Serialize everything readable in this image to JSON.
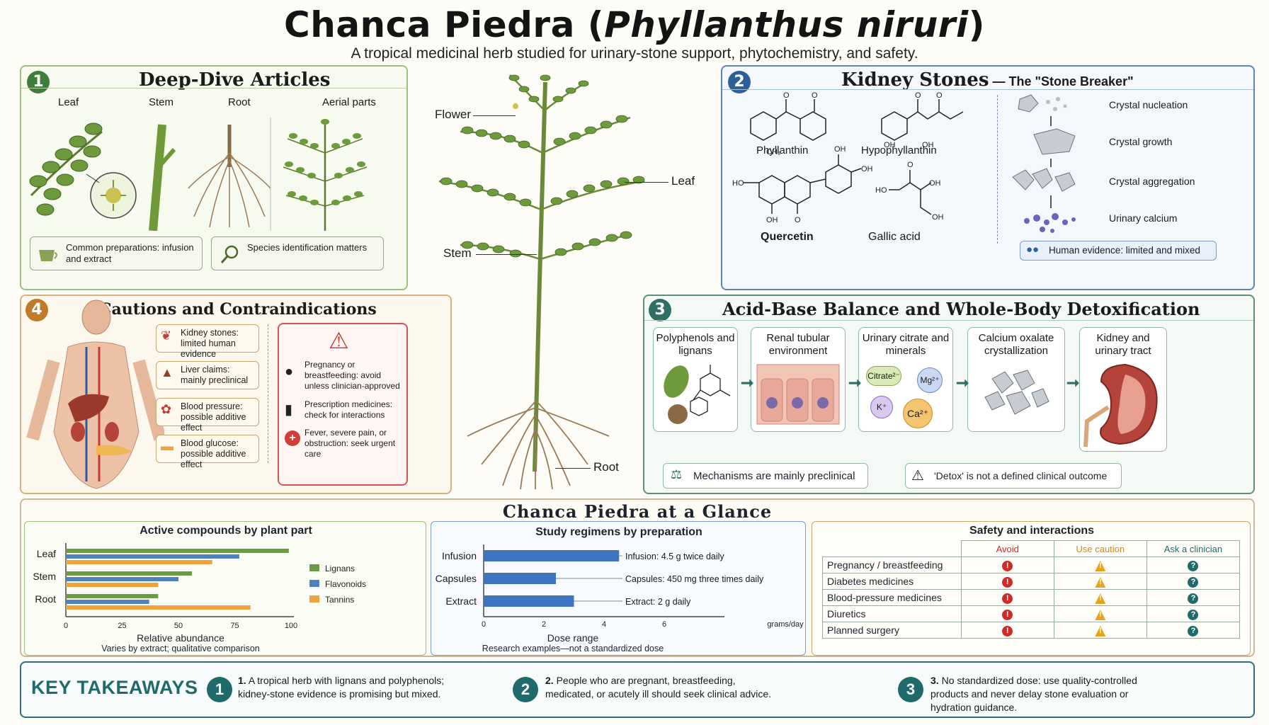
{
  "header": {
    "title_main": "Chanca Piedra (",
    "title_italic": "Phyllanthus niruri",
    "title_end": ")",
    "subtitle": "A tropical medicinal herb studied for urinary-stone support, phytochemistry, and safety."
  },
  "plant": {
    "flower": "Flower",
    "leaf": "Leaf",
    "stem": "Stem",
    "root": "Root"
  },
  "panel1": {
    "num": "1",
    "title": "Deep-Dive Articles",
    "parts": [
      "Leaf",
      "Stem",
      "Root",
      "Aerial parts"
    ],
    "note1": "Common preparations: infusion and extract",
    "note2": "Species identification matters",
    "icon1": "cup-icon",
    "icon2": "magnifier-icon"
  },
  "panel2": {
    "num": "2",
    "title": "Kidney Stones",
    "title_sub": " — The \"Stone Breaker\"",
    "compounds": [
      "Phyllanthin",
      "Hypophyllanthin",
      "Quercetin",
      "Gallic acid"
    ],
    "steps": [
      "Crystal nucleation",
      "Crystal growth",
      "Crystal aggregation",
      "Urinary calcium"
    ],
    "evidence": "Human evidence: limited and mixed"
  },
  "panel3": {
    "num": "3",
    "title": "Acid-Base Balance and Whole-Body Detoxification",
    "cards": [
      "Polyphenols and lignans",
      "Renal tubular environment",
      "Urinary citrate and minerals",
      "Calcium oxalate crystallization",
      "Kidney and urinary tract"
    ],
    "ions": [
      "Citrate²⁻",
      "Mg²⁺",
      "K⁺",
      "Ca²⁺"
    ],
    "note1": "Mechanisms are mainly preclinical",
    "note2": "'Detox' is not a defined clinical outcome"
  },
  "panel4": {
    "num": "4",
    "title": "Cautions and Contraindications",
    "items": [
      "Kidney stones: limited human evidence",
      "Liver claims: mainly preclinical",
      "Blood pressure: possible additive effect",
      "Blood glucose: possible additive effect"
    ],
    "warnings": [
      "Pregnancy or breastfeeding: avoid unless clinician-approved",
      "Prescription medicines: check for interactions",
      "Fever, severe pain, or obstruction: seek urgent care"
    ]
  },
  "glance": {
    "title": "Chanca Piedra at a Glance"
  },
  "chart_data": [
    {
      "type": "bar",
      "title": "Active compounds by plant part",
      "categories": [
        "Leaf",
        "Stem",
        "Root"
      ],
      "series": [
        {
          "name": "Lignans",
          "values": [
            99,
            56,
            41
          ],
          "color": "#6a9a45"
        },
        {
          "name": "Flavonoids",
          "values": [
            77,
            50,
            37
          ],
          "color": "#4f82bd"
        },
        {
          "name": "Tannins",
          "values": [
            65,
            41,
            82
          ],
          "color": "#f0a23e"
        }
      ],
      "xlabel": "Relative abundance",
      "note": "Varies by extract; qualitative comparison",
      "xlim": [
        0,
        100
      ],
      "ticks": [
        0,
        25,
        50,
        75,
        100
      ]
    },
    {
      "type": "bar",
      "title": "Study regimens by preparation",
      "categories": [
        "Infusion",
        "Capsules",
        "Extract"
      ],
      "values": [
        4.5,
        2.4,
        3.0
      ],
      "labels": [
        "Infusion: 4.5 g twice daily",
        "Capsules: 450 mg three times daily",
        "Extract: 2 g daily"
      ],
      "xlabel": "Dose range",
      "unit": "grams/day",
      "note": "Research examples—not a standardized dose",
      "xlim": [
        0,
        8
      ],
      "ticks": [
        0,
        2,
        4,
        6
      ]
    }
  ],
  "safety": {
    "title": "Safety and interactions",
    "cols": [
      "Avoid",
      "Use caution",
      "Ask a clinician"
    ],
    "rows": [
      "Pregnancy / breastfeeding",
      "Diabetes medicines",
      "Blood-pressure medicines",
      "Diuretics",
      "Planned surgery"
    ]
  },
  "takeaways": {
    "title": "KEY TAKEAWAYS",
    "items": [
      {
        "num": "1",
        "lead": "1.",
        "text": "A tropical herb with lignans and polyphenols; kidney-stone evidence is promising but mixed."
      },
      {
        "num": "2",
        "lead": "2.",
        "text": "People who are pregnant, breastfeeding, medicated, or acutely ill should seek clinical advice."
      },
      {
        "num": "3",
        "lead": "3.",
        "text": "No standardized dose: use quality-controlled products and never delay stone evaluation or hydration guidance."
      }
    ]
  }
}
